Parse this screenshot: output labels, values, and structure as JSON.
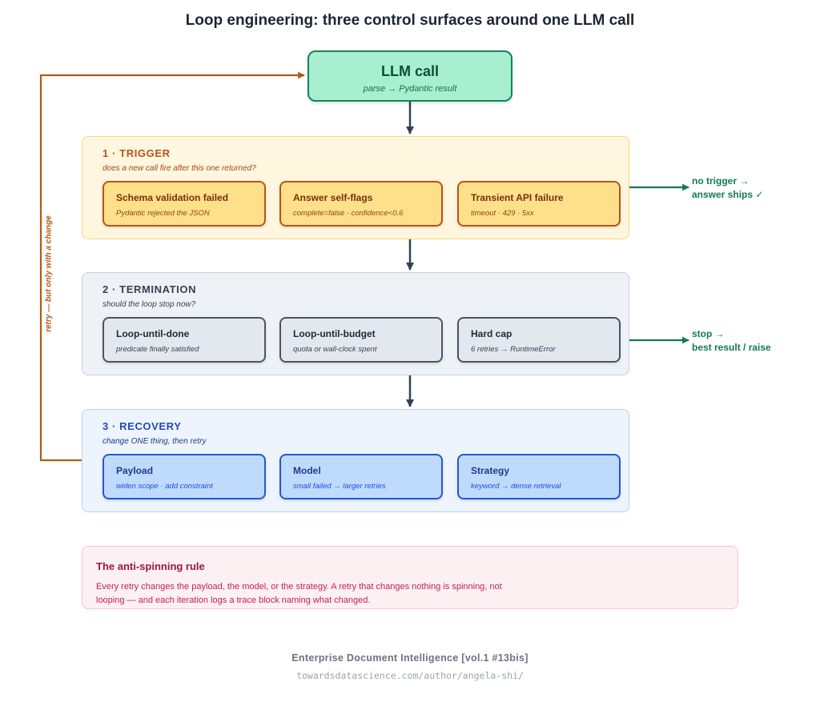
{
  "title": "Loop engineering: three control surfaces around one LLM call",
  "llm": {
    "title": "LLM call",
    "subtitle": "parse → Pydantic result"
  },
  "retry_label": "retry — but only with a change",
  "stages": {
    "trigger": {
      "heading": "1 · TRIGGER",
      "subtitle": "does a new call fire after this one returned?",
      "cards": [
        {
          "title": "Schema validation failed",
          "subtitle": "Pydantic rejected the JSON"
        },
        {
          "title": "Answer self-flags",
          "subtitle": "complete=false · confidence<0.6"
        },
        {
          "title": "Transient API failure",
          "subtitle": "timeout · 429 · 5xx"
        }
      ],
      "exit": {
        "line1": "no trigger →",
        "line2": "answer ships ✓"
      }
    },
    "termination": {
      "heading": "2 · TERMINATION",
      "subtitle": "should the loop stop now?",
      "cards": [
        {
          "title": "Loop-until-done",
          "subtitle": "predicate finally satisfied"
        },
        {
          "title": "Loop-until-budget",
          "subtitle": "quota or wall-clock spent"
        },
        {
          "title": "Hard cap",
          "subtitle": "6 retries → RuntimeError"
        }
      ],
      "exit": {
        "line1": "stop →",
        "line2": "best result / raise"
      }
    },
    "recovery": {
      "heading": "3 · RECOVERY",
      "subtitle": "change ONE thing, then retry",
      "cards": [
        {
          "title": "Payload",
          "subtitle": "widen scope · add constraint"
        },
        {
          "title": "Model",
          "subtitle": "small failed → larger retries"
        },
        {
          "title": "Strategy",
          "subtitle": "keyword → dense retrieval"
        }
      ]
    }
  },
  "rule": {
    "title": "The anti-spinning rule",
    "text": "Every retry changes the payload, the model, or the strategy. A retry that changes nothing is spinning, not looping — and each iteration logs a trace block naming what changed."
  },
  "footer": {
    "line1": "Enterprise Document Intelligence [vol.1 #13bis]",
    "line2": "towardsdatascience.com/author/angela-shi/"
  },
  "colors": {
    "llm": "#a7efcf",
    "trigger": "#fde089",
    "termination": "#e3e8ef",
    "recovery": "#bedbfd",
    "retry_arrow": "#b35a14",
    "exit_arrow": "#137a52",
    "flow_arrow": "#334155"
  }
}
